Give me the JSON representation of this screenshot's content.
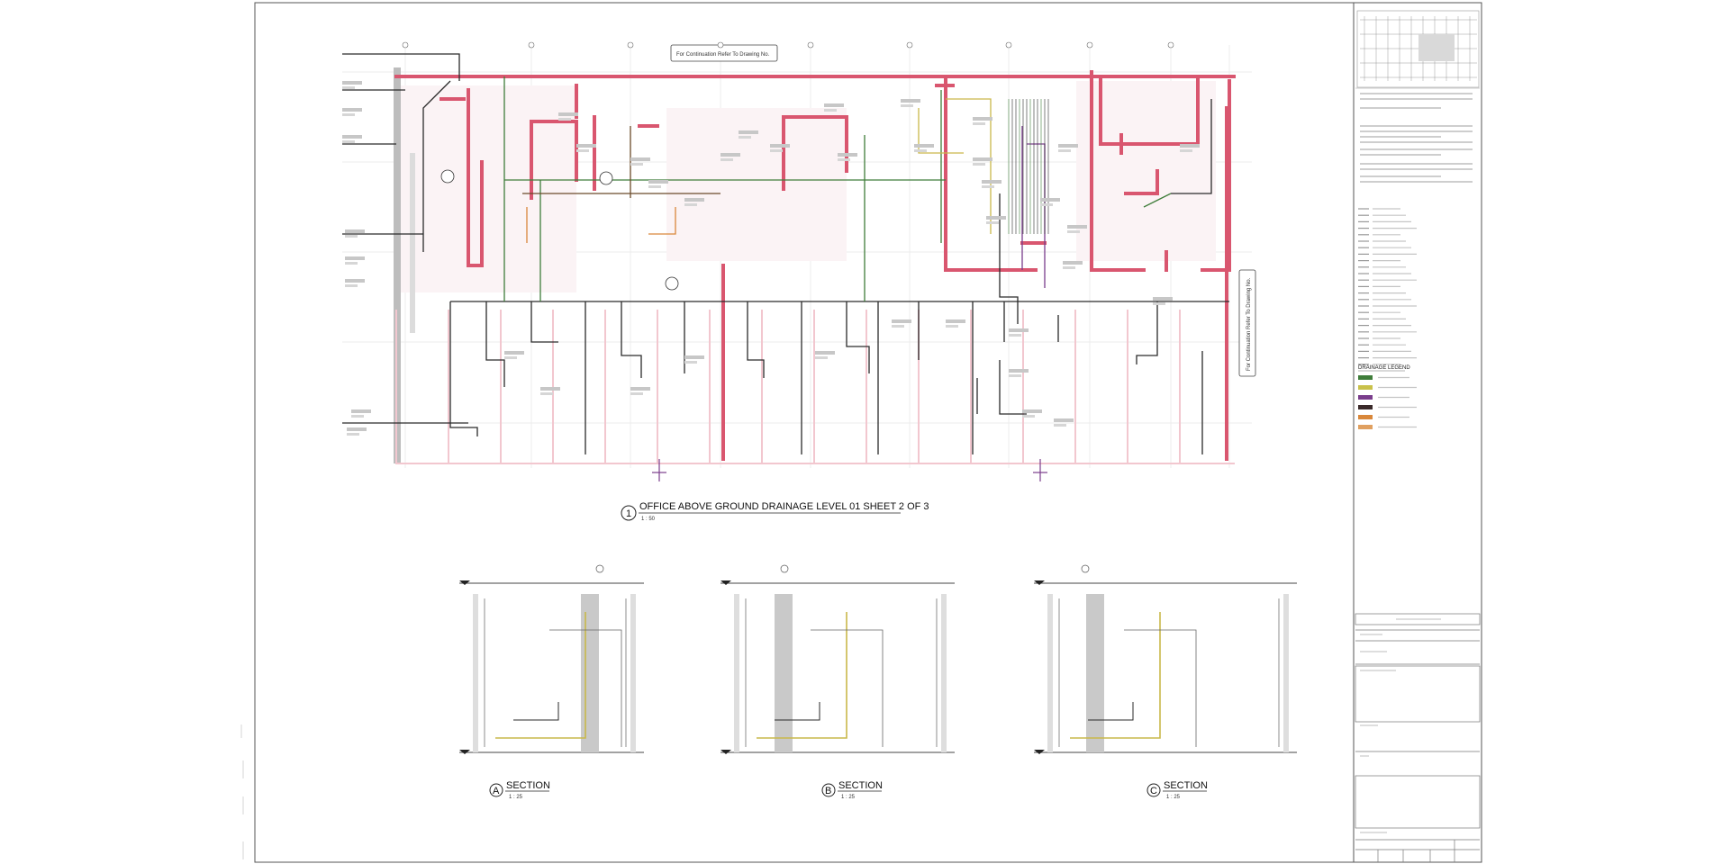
{
  "notes": {
    "top_callout": "For Continuation Refer To Drawing No.",
    "right_callout": "For Continuation Refer To Drawing No."
  },
  "plan": {
    "number": "1",
    "title": "OFFICE ABOVE GROUND DRAINAGE LEVEL 01 SHEET 2 OF 3",
    "scale": "1 : 50"
  },
  "sections": [
    {
      "letter": "A",
      "label": "SECTION",
      "scale": "1 : 25"
    },
    {
      "letter": "B",
      "label": "SECTION",
      "scale": "1 : 25"
    },
    {
      "letter": "C",
      "label": "SECTION",
      "scale": "1 : 25"
    }
  ],
  "title_block": {
    "legend_heading": "DRAINAGE LEGEND"
  },
  "colors": {
    "wall": "#d9566f",
    "wall_light": "#f2c7cf",
    "pipe_dark": "#2a2a2a",
    "pipe_green": "#3f7d3a",
    "pipe_purple": "#7a3d8c",
    "pipe_brown": "#6b4a2a",
    "pipe_orange": "#d9873a",
    "pipe_yellow": "#c9b84a",
    "grid": "#e6e6e6"
  },
  "legend_swatches": [
    {
      "color": "#3f7d3a"
    },
    {
      "color": "#c9c14a"
    },
    {
      "color": "#7a3d8c"
    },
    {
      "color": "#3a2a2a"
    },
    {
      "color": "#d9873a"
    },
    {
      "color": "#e0a060"
    }
  ]
}
